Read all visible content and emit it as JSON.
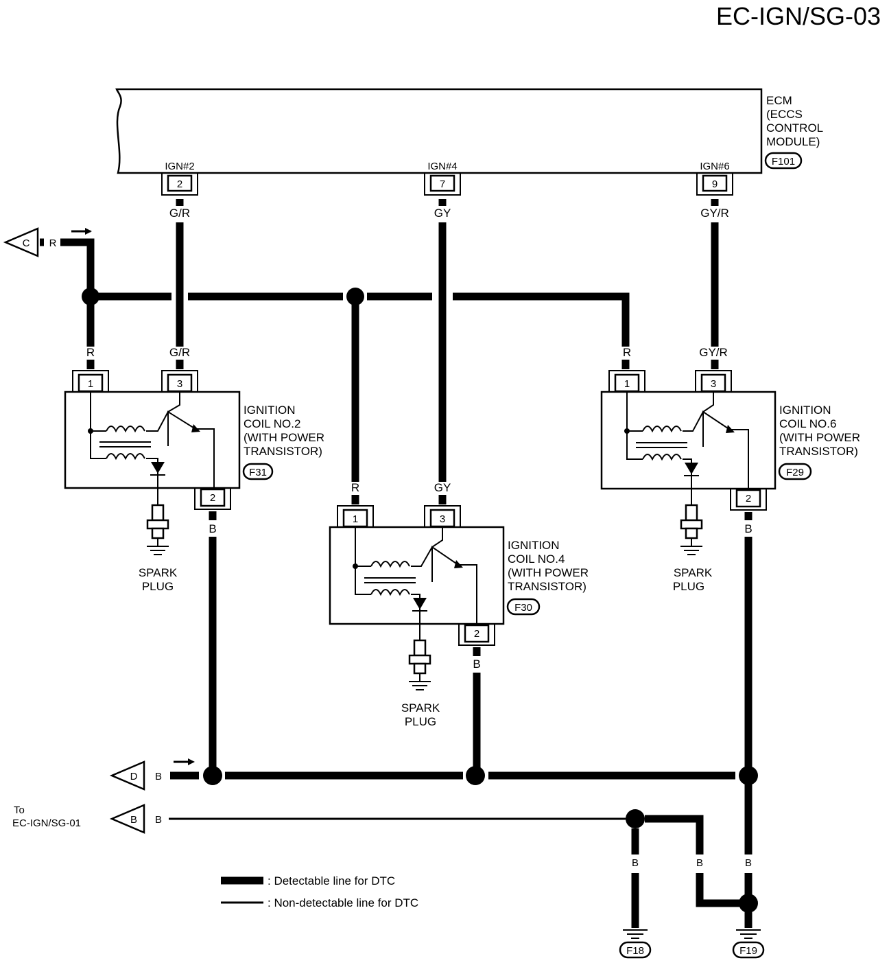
{
  "page_code": "EC-IGN/SG-03",
  "ecm": {
    "lines": [
      "ECM",
      "(ECCS",
      "CONTROL",
      "MODULE)"
    ],
    "connector": "F101",
    "terminals": [
      {
        "signal": "IGN#2",
        "pin": "2",
        "wire": "G/R"
      },
      {
        "signal": "IGN#4",
        "pin": "7",
        "wire": "GY"
      },
      {
        "signal": "IGN#6",
        "pin": "9",
        "wire": "GY/R"
      }
    ]
  },
  "coils": [
    {
      "lines": [
        "IGNITION",
        "COIL NO.2",
        "(WITH POWER",
        "TRANSISTOR)"
      ],
      "connector": "F31",
      "pin1": "1",
      "pin3": "3",
      "pin2": "2",
      "wire1": "R",
      "wire3": "G/R",
      "wire2": "B"
    },
    {
      "lines": [
        "IGNITION",
        "COIL NO.4",
        "(WITH POWER",
        "TRANSISTOR)"
      ],
      "connector": "F30",
      "pin1": "1",
      "pin3": "3",
      "pin2": "2",
      "wire1": "R",
      "wire3": "GY",
      "wire2": "B"
    },
    {
      "lines": [
        "IGNITION",
        "COIL NO.6",
        "(WITH POWER",
        "TRANSISTOR)"
      ],
      "connector": "F29",
      "pin1": "1",
      "pin3": "3",
      "pin2": "2",
      "wire1": "R",
      "wire3": "GY/R",
      "wire2": "B"
    }
  ],
  "spark_plug": [
    "SPARK",
    "PLUG"
  ],
  "off_page": {
    "c": {
      "letter": "C",
      "wire": "R"
    },
    "d": {
      "letter": "D",
      "wire": "B"
    },
    "b": {
      "letter": "B",
      "wire": "B",
      "to_lines": [
        "To",
        "EC-IGN/SG-01"
      ]
    }
  },
  "ground_wires": {
    "left": "B",
    "mid": "B",
    "right": "B"
  },
  "grounds": [
    "F18",
    "F19"
  ],
  "legend": {
    "detectable": ": Detectable line for DTC",
    "non_detectable": ": Non-detectable line for DTC"
  }
}
